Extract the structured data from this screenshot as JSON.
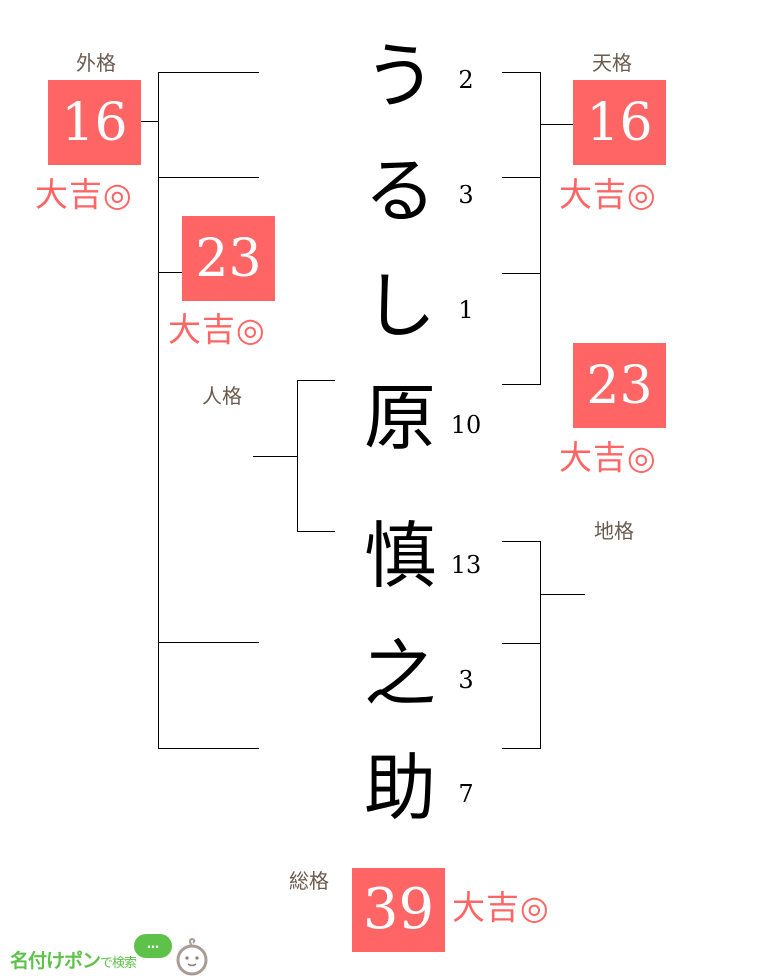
{
  "name": {
    "characters": [
      {
        "char": "う",
        "strokes": "2"
      },
      {
        "char": "る",
        "strokes": "3"
      },
      {
        "char": "し",
        "strokes": "1"
      },
      {
        "char": "原",
        "strokes": "10"
      },
      {
        "char": "慎",
        "strokes": "13"
      },
      {
        "char": "之",
        "strokes": "3"
      },
      {
        "char": "助",
        "strokes": "7"
      }
    ]
  },
  "kaku": {
    "gaikaku": {
      "label": "外格",
      "value": "16",
      "fortune": "大吉◎"
    },
    "gaikaku_inner": {
      "value": "23",
      "fortune": "大吉◎"
    },
    "jinkaku": {
      "label": "人格"
    },
    "tenkaku": {
      "label": "天格",
      "value": "16",
      "fortune": "大吉◎"
    },
    "tenkaku_sub": {
      "value": "23",
      "fortune": "大吉◎"
    },
    "chikaku": {
      "label": "地格"
    },
    "soukaku": {
      "label": "総格",
      "value": "39",
      "fortune": "大吉◎"
    }
  },
  "logo": {
    "main": "名付けポン",
    "sub": "で検索",
    "bubble": "…"
  },
  "colors": {
    "accent": "#ff6565",
    "label": "#6b5a4e",
    "logo_green": "#5ec24a",
    "line": "#000000"
  }
}
